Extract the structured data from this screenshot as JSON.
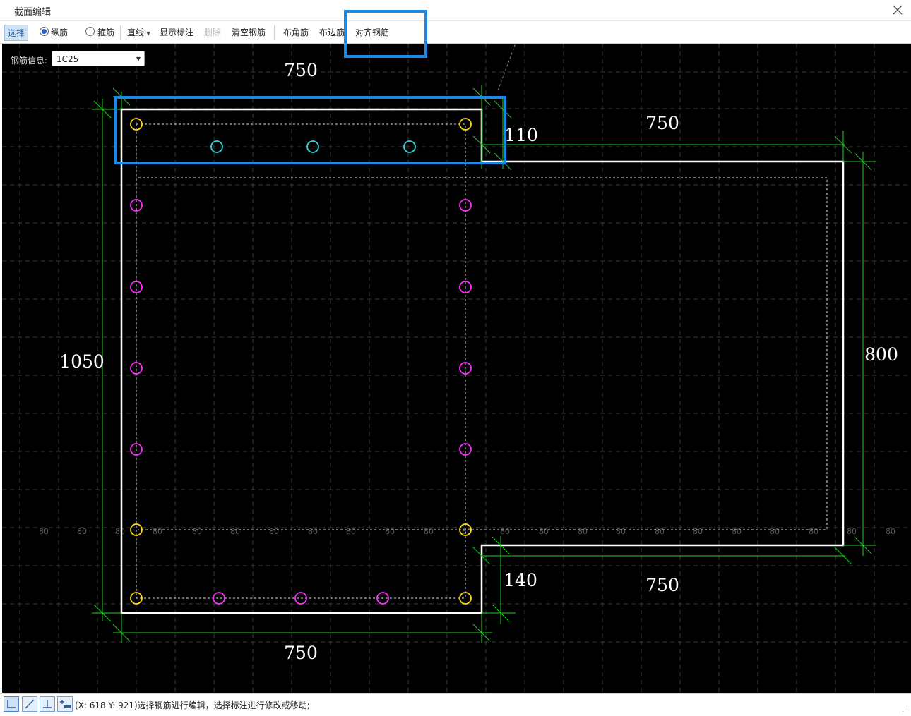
{
  "window": {
    "title": "截面编辑"
  },
  "toolbar": {
    "select": "选择",
    "longitudinal": "纵筋",
    "stirrup": "箍筋",
    "line": "直线",
    "show_dim": "显示标注",
    "delete": "删除",
    "clear_rebar": "清空钢筋",
    "corner_rebar": "布角筋",
    "side_rebar": "布边筋",
    "align_rebar": "对齐钢筋"
  },
  "rebar_info": {
    "label": "钢筋信息:",
    "value": "1C25"
  },
  "dimensions": {
    "top_width": "750",
    "flange_thickness": "110",
    "right_top_width": "750",
    "left_height": "1050",
    "right_height": "800",
    "notch": "140",
    "right_bottom_width": "750",
    "bottom_width": "750",
    "grid_label": "80"
  },
  "colors": {
    "accent": "#1a8ae6",
    "outline": "#ffffff",
    "dimension": "#1bd51b",
    "corner_bar": "#ffdc00",
    "side_bar": "#ff2fff",
    "top_bar": "#2fd8d8",
    "background": "#000000"
  },
  "status": {
    "text": "(X: 618 Y: 921)选择钢筋进行编辑，选择标注进行修改或移动;"
  }
}
